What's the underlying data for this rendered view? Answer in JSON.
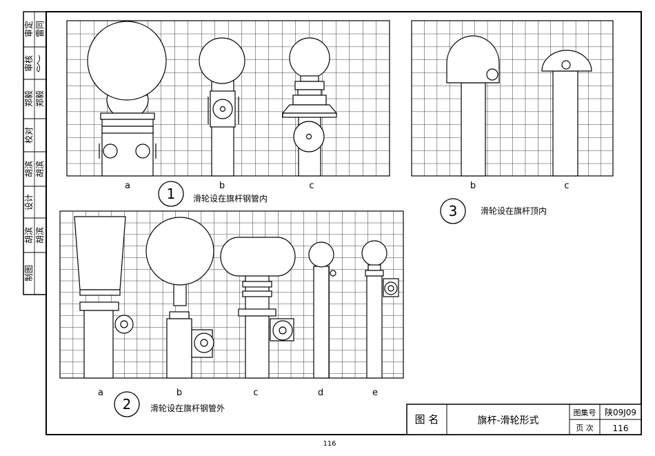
{
  "sidebar": {
    "cells": [
      {
        "role": "审定",
        "name": "雷同"
      },
      {
        "role": "审核",
        "name": ""
      },
      {
        "role": "郑毅",
        "name": "郑毅"
      },
      {
        "role": "校对",
        "name": ""
      },
      {
        "role": "胡滨",
        "name": "胡滨"
      },
      {
        "role": "设计",
        "name": ""
      },
      {
        "role": "胡滨",
        "name": "胡滨"
      },
      {
        "role": "制图",
        "name": ""
      }
    ]
  },
  "groups": [
    {
      "number": "1",
      "caption": "滑轮设在旗杆钢管内",
      "labels": [
        "a",
        "b",
        "c"
      ]
    },
    {
      "number": "2",
      "caption": "滑轮设在旗杆钢管外",
      "labels": [
        "a",
        "b",
        "c",
        "d",
        "e"
      ]
    },
    {
      "number": "3",
      "caption": "滑轮设在旗杆顶内",
      "labels": [
        "b",
        "c"
      ]
    }
  ],
  "title_block": {
    "label_name": "图 名",
    "drawing_title": "旗杆-滑轮形式",
    "atlas_label": "图集号",
    "atlas_number": "陕09J09",
    "page_label": "页 次",
    "page_number": "116"
  },
  "footer": {
    "page_number": "116"
  }
}
